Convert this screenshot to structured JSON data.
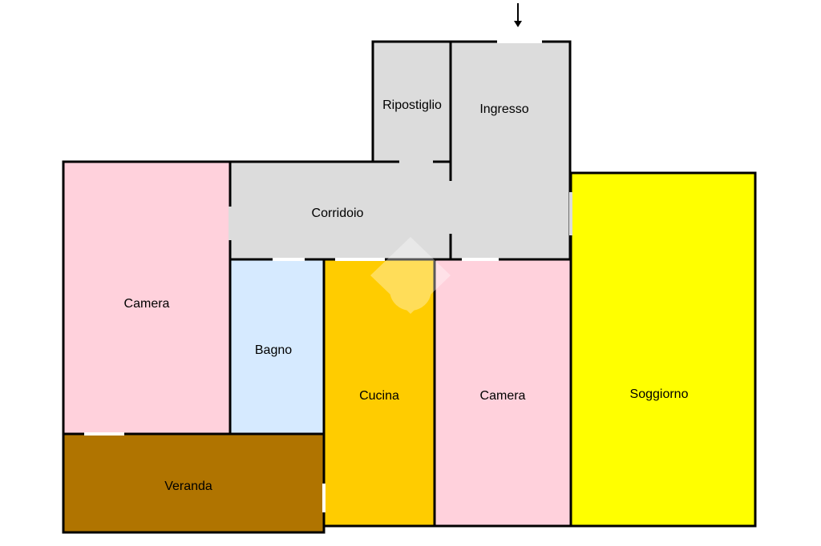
{
  "colors": {
    "service": "#dcdcdc",
    "bedroom": "#ffd1dc",
    "bath": "#d6eaff",
    "kitchen": "#ffcc00",
    "living": "#ffff00",
    "veranda": "#b07400",
    "wall": "#000000"
  },
  "rooms": {
    "ripostiglio": "Ripostiglio",
    "ingresso": "Ingresso",
    "corridoio": "Corridoio",
    "camera_left": "Camera",
    "bagno": "Bagno",
    "cucina": "Cucina",
    "camera_right": "Camera",
    "soggiorno": "Soggiorno",
    "veranda": "Veranda"
  },
  "icons": {
    "entrance": "entrance-arrow-icon",
    "watermark": "house-watermark-icon"
  }
}
